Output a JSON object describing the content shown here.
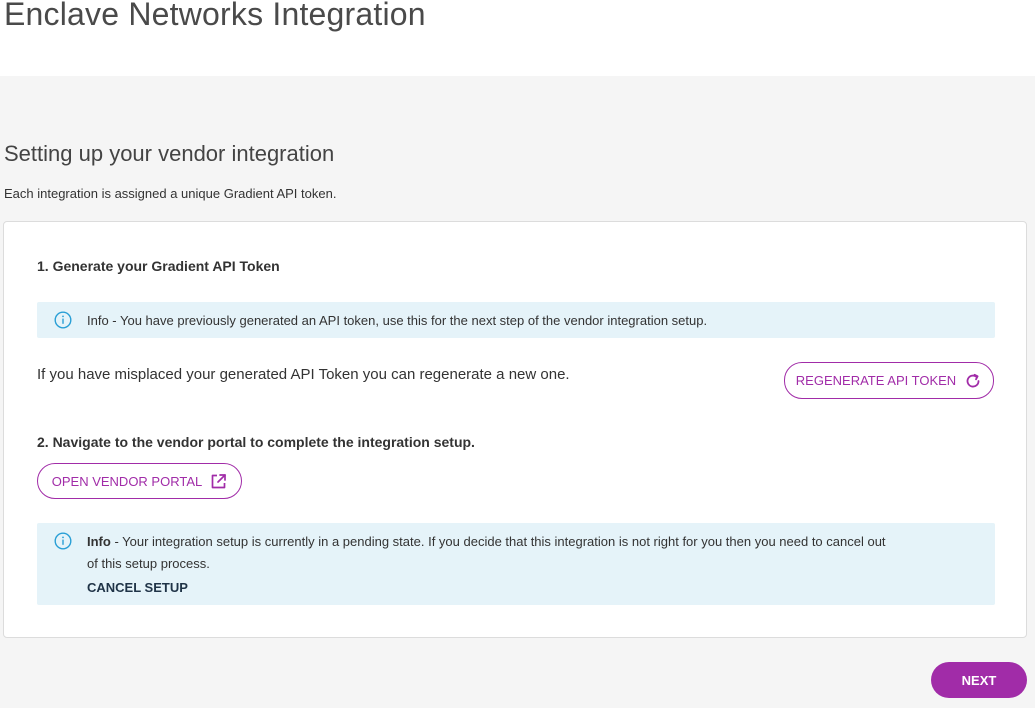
{
  "header": {
    "title": "Enclave Networks Integration"
  },
  "section": {
    "title": "Setting up your vendor integration",
    "subtitle": "Each integration is assigned a unique Gradient API token."
  },
  "step1": {
    "heading": "1. Generate your Gradient API Token",
    "info": {
      "icon": "info-icon",
      "text": "Info - You have previously generated an API token, use this for the next step of the vendor integration setup."
    },
    "misplaced_text": "If you have misplaced your generated API Token you can regenerate a new one.",
    "regenerate_button": {
      "label": "REGENERATE API TOKEN",
      "icon": "refresh-icon"
    }
  },
  "step2": {
    "heading": "2. Navigate to the vendor portal to complete the integration setup.",
    "open_portal_button": {
      "label": "OPEN VENDOR PORTAL",
      "icon": "external-link-icon"
    },
    "pending_info": {
      "icon": "info-icon",
      "label": "Info",
      "line1": " - Your integration setup is currently in a pending state. If you decide that this integration is not right for you then you need to cancel out",
      "line2": "of this setup process.",
      "cancel_label": "CANCEL SETUP"
    }
  },
  "footer": {
    "next_label": "NEXT"
  },
  "colors": {
    "accent": "#a12ca8",
    "info_bg": "#e5f3f9",
    "info_icon": "#2a9fd6",
    "page_bg": "#f5f5f5"
  }
}
